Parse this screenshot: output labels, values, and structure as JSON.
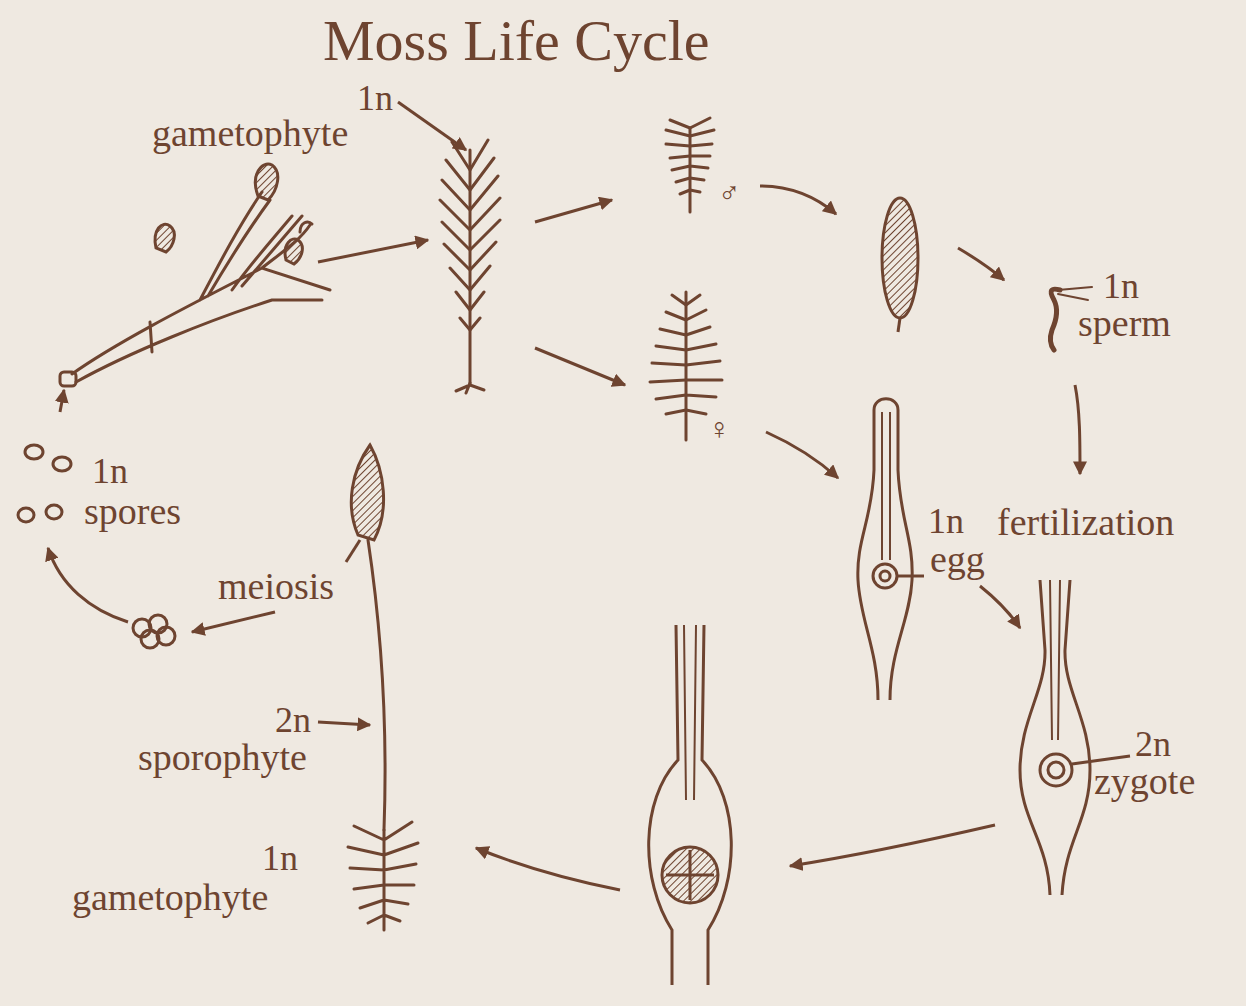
{
  "diagram": {
    "title": "Moss Life Cycle",
    "labels": [
      "1n",
      "gametophyte",
      "♂",
      "1n",
      "sperm",
      "♀",
      "1n",
      "fertilization",
      "egg",
      "2n",
      "zygote",
      "1n",
      "spores",
      "meiosis",
      "2n",
      "sporophyte",
      "1n",
      "gametophyte"
    ]
  }
}
